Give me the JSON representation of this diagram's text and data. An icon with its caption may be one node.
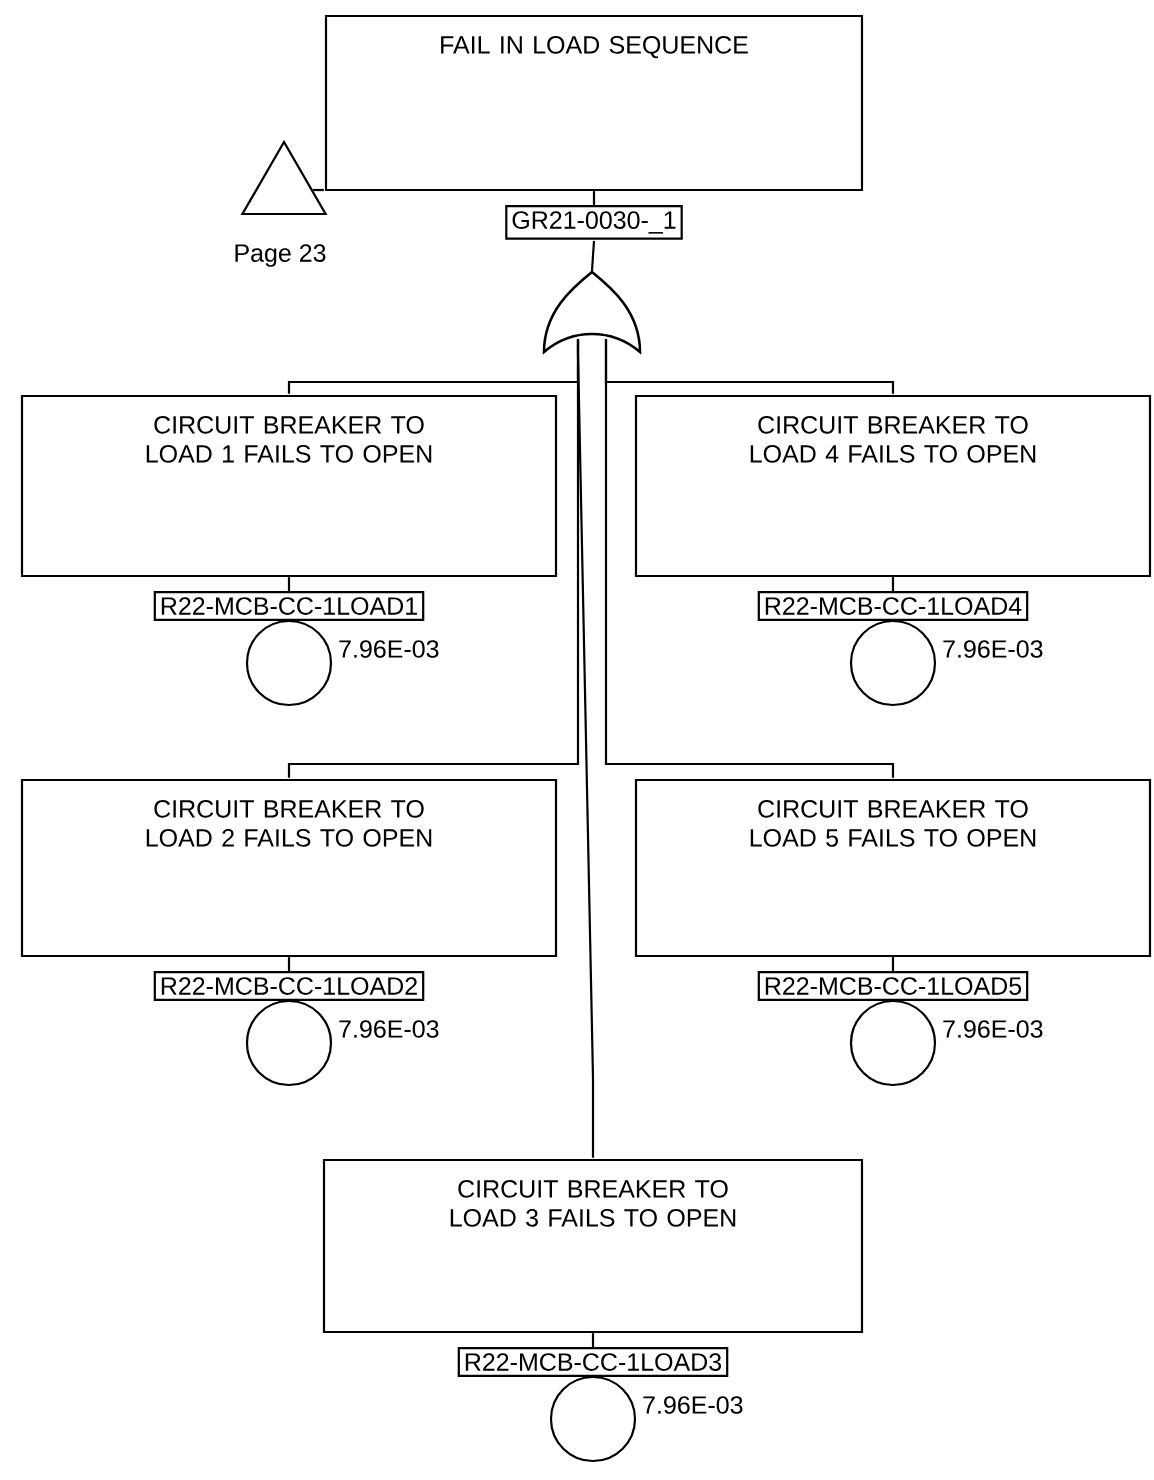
{
  "diagram": {
    "nodes": [
      {
        "text": [
          "FAIL IN LOAD SEQUENCE",
          "GR21-0030-_1"
        ]
      },
      {
        "text": [],
        "shape": "triangle",
        "beside": [
          "Page 23"
        ]
      },
      {
        "text": [],
        "shape": "gate"
      },
      {
        "text": [
          "CIRCUIT BREAKER TO LOAD 1 FAILS TO OPEN",
          "R22-MCB-CC-1LOAD1"
        ],
        "beside": [
          "7.96E-03"
        ]
      },
      {
        "text": [
          "CIRCUIT BREAKER TO LOAD 4 FAILS TO OPEN",
          "R22-MCB-CC-1LOAD4"
        ],
        "beside": [
          "7.96E-03"
        ]
      },
      {
        "text": [
          "CIRCUIT BREAKER TO LOAD 2 FAILS TO OPEN",
          "R22-MCB-CC-1LOAD2"
        ],
        "beside": [
          "7.96E-03"
        ]
      },
      {
        "text": [
          "CIRCUIT BREAKER TO LOAD 5 FAILS TO OPEN",
          "R22-MCB-CC-1LOAD5"
        ],
        "beside": [
          "7.96E-03"
        ]
      },
      {
        "text": [
          "CIRCUIT BREAKER TO LOAD 3 FAILS TO OPEN",
          "R22-MCB-CC-1LOAD3"
        ],
        "beside": [
          "7.96E-03"
        ]
      }
    ],
    "edges": [
      {
        "from": 1,
        "to": 0,
        "arrow": "none"
      },
      {
        "from": 0,
        "to": 2,
        "arrow": "none"
      },
      {
        "from": 2,
        "to": 3,
        "arrow": "none"
      },
      {
        "from": 2,
        "to": 4,
        "arrow": "none"
      },
      {
        "from": 2,
        "to": 5,
        "arrow": "none"
      },
      {
        "from": 2,
        "to": 6,
        "arrow": "none"
      },
      {
        "from": 2,
        "to": 7,
        "arrow": "none"
      }
    ]
  }
}
